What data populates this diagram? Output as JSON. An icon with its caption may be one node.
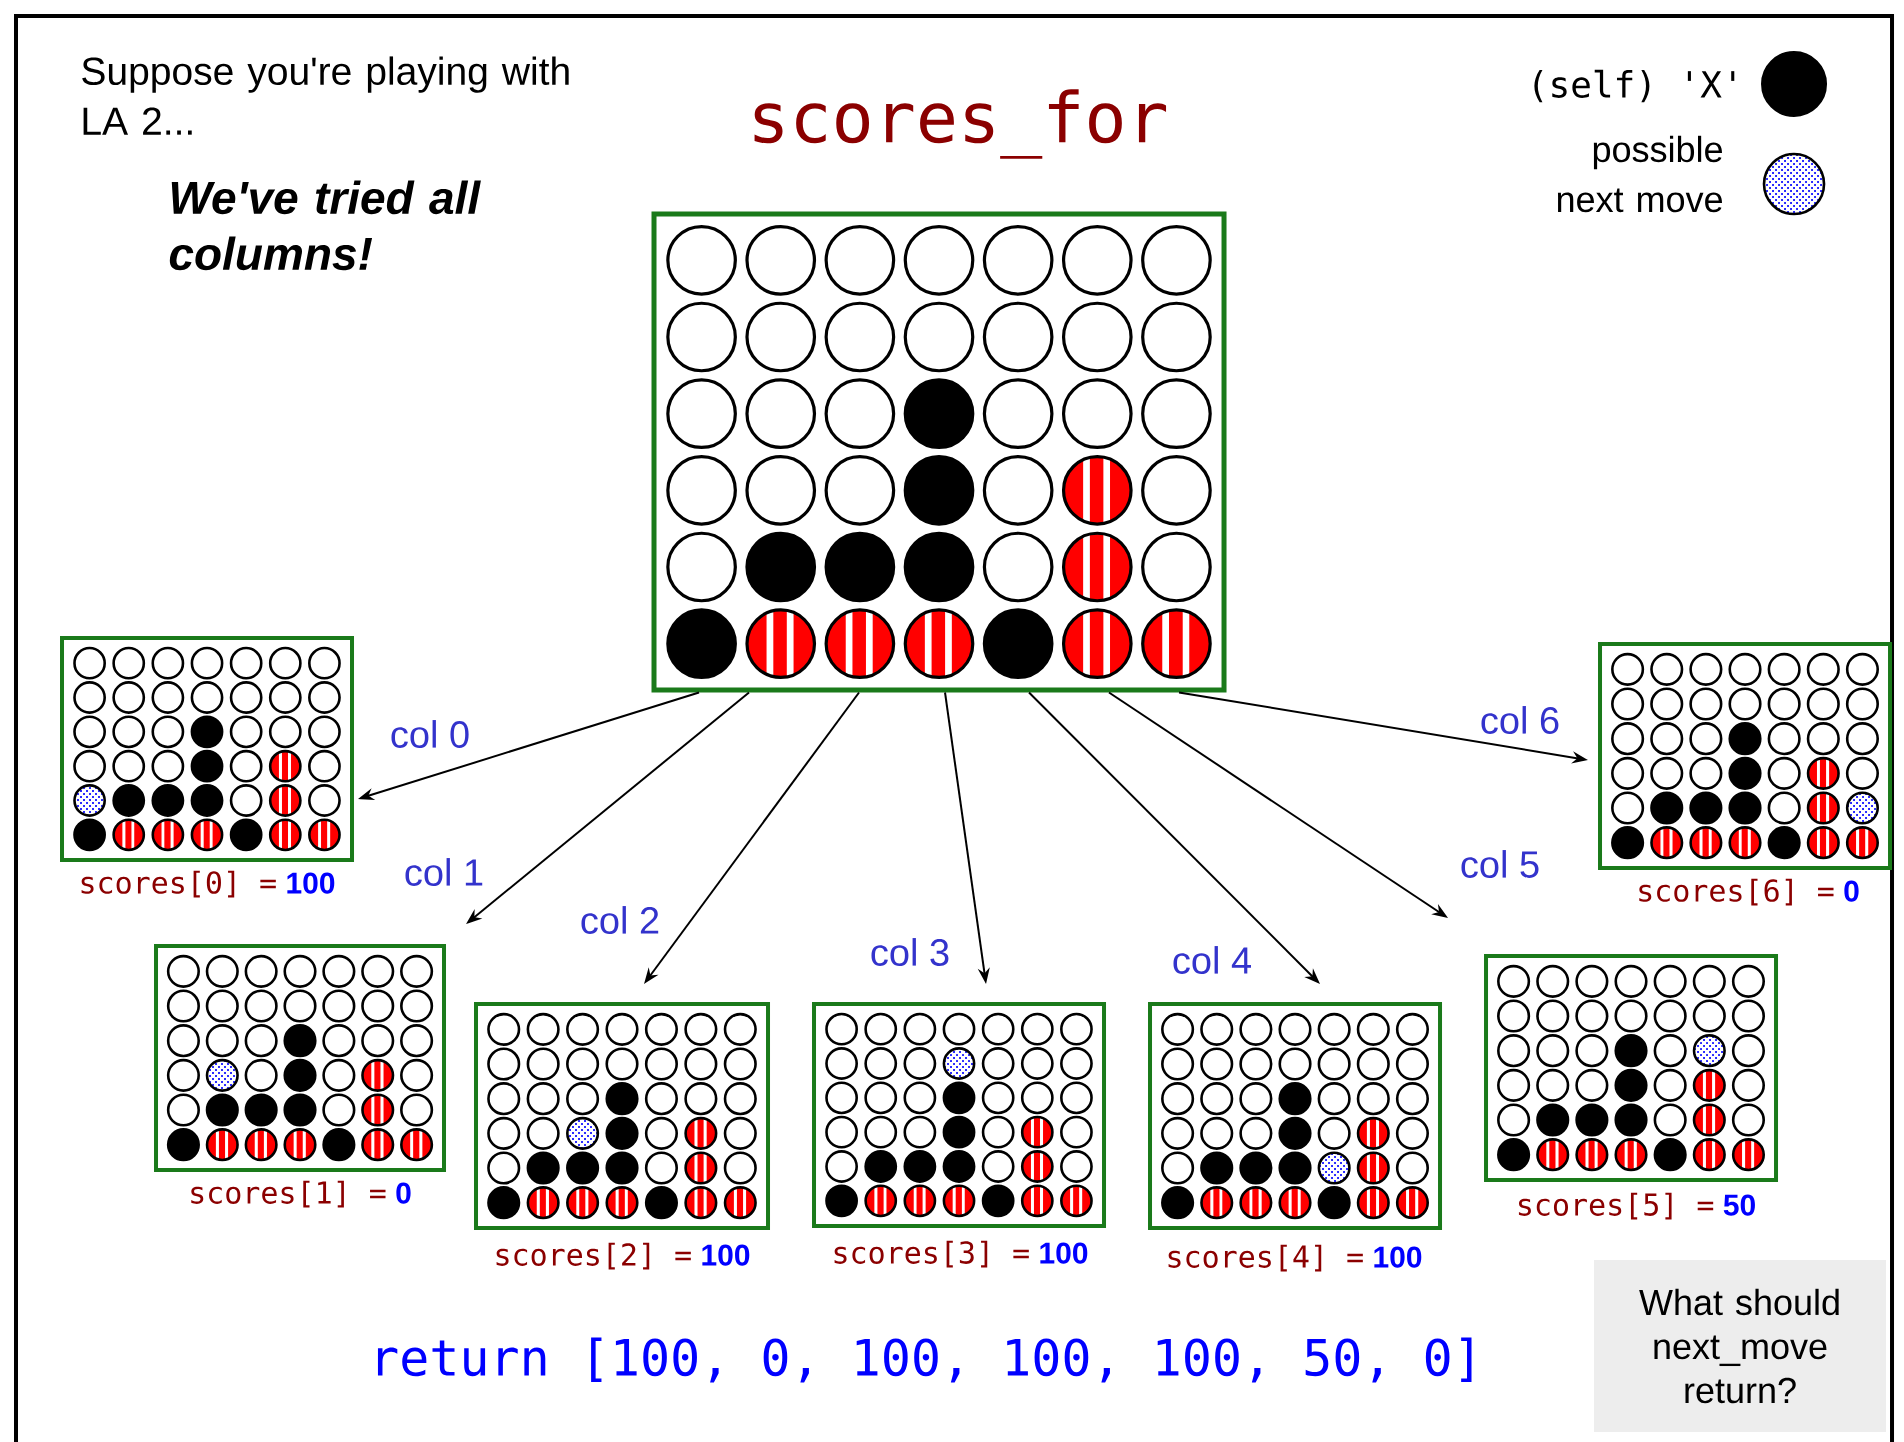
{
  "diagram": {
    "title": "scores_for",
    "nodes": [
      {
        "text": [],
        "shape": "picture"
      },
      {
        "text": [],
        "shape": "picture",
        "beside": [
          "scores[0] =",
          "100"
        ]
      },
      {
        "text": [],
        "shape": "picture",
        "beside": [
          "scores[1] =",
          "0"
        ]
      },
      {
        "text": [],
        "shape": "picture",
        "beside": [
          "scores[2] =",
          "100"
        ]
      },
      {
        "text": [],
        "shape": "picture",
        "beside": [
          "scores[3] =",
          "100"
        ]
      },
      {
        "text": [],
        "shape": "picture",
        "beside": [
          "scores[4] =",
          "100"
        ]
      },
      {
        "text": [],
        "shape": "picture",
        "beside": [
          "scores[5] =",
          "50"
        ]
      },
      {
        "text": [],
        "shape": "picture",
        "beside": [
          "scores[6] =",
          "0"
        ]
      },
      {
        "text": [
          "What should next_move return?"
        ]
      }
    ],
    "edges": [
      {
        "from": 0,
        "to": 1,
        "arrow": "to",
        "label": "col 0"
      },
      {
        "from": 0,
        "to": 2,
        "arrow": "to",
        "label": "col 1"
      },
      {
        "from": 0,
        "to": 3,
        "arrow": "to",
        "label": "col 2"
      },
      {
        "from": 0,
        "to": 4,
        "arrow": "to",
        "label": "col 3"
      },
      {
        "from": 0,
        "to": 5,
        "arrow": "to",
        "label": "col 4"
      },
      {
        "from": 0,
        "to": 6,
        "arrow": "to",
        "label": "col 5"
      },
      {
        "from": 0,
        "to": 7,
        "arrow": "to",
        "label": "col 6"
      }
    ],
    "labels": [
      "Suppose you're playing with LA 2...",
      "We've tried all columns!",
      "return [100, 0, 100, 100, 100, 50, 0]"
    ],
    "legend": [
      {
        "text": "(self) 'X'"
      },
      {
        "text": "possible next move"
      }
    ]
  }
}
